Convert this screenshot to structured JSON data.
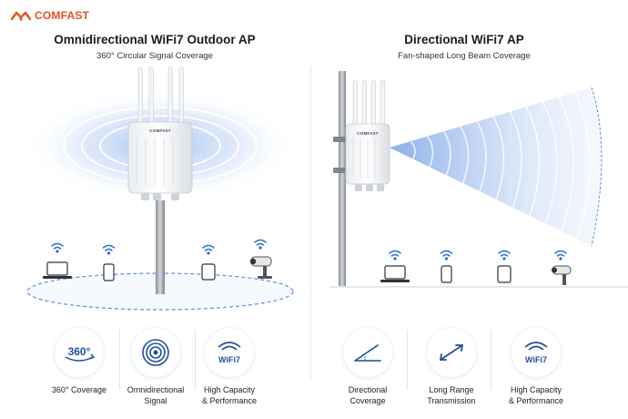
{
  "brand": {
    "name": "COMFAST",
    "color": "#e8501e",
    "device_label": "COMFAST"
  },
  "left_panel": {
    "title": "Omnidirectional WiFi7 Outdoor AP",
    "subtitle": "360° Circular Signal Coverage",
    "features": [
      {
        "icon": "360-icon",
        "badge": "360°",
        "label": "360° Coverage"
      },
      {
        "icon": "omnidirectional-signal-icon",
        "label": "Omnidirectional\nSignal"
      },
      {
        "icon": "wifi7-icon",
        "badge": "WiFi7",
        "label": "High Capacity\n& Performance"
      }
    ],
    "devices": [
      "laptop-icon",
      "phone-icon",
      "tablet-icon",
      "security-camera-icon"
    ]
  },
  "right_panel": {
    "title": "Directional WiFi7 AP",
    "subtitle": "Fan-shaped Long Beam Coverage",
    "features": [
      {
        "icon": "directional-angle-icon",
        "label": "Directional\nCoverage"
      },
      {
        "icon": "long-range-arrow-icon",
        "label": "Long Range\nTransmission"
      },
      {
        "icon": "wifi7-icon",
        "badge": "WiFi7",
        "label": "High Capacity\n& Performance"
      }
    ],
    "devices": [
      "laptop-icon",
      "phone-icon",
      "tablet-icon",
      "security-camera-icon"
    ]
  },
  "colors": {
    "coverage_blue": "#5b8fdc",
    "icon_blue": "#1e4f9c",
    "wifi_blue": "#2a6fd6"
  }
}
